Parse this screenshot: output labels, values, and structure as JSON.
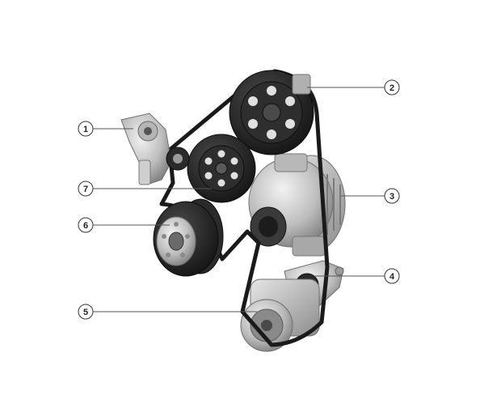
{
  "callouts": [
    {
      "id": "c1",
      "label": "1"
    },
    {
      "id": "c2",
      "label": "2"
    },
    {
      "id": "c3",
      "label": "3"
    },
    {
      "id": "c4",
      "label": "4"
    },
    {
      "id": "c5",
      "label": "5"
    },
    {
      "id": "c6",
      "label": "6"
    },
    {
      "id": "c7",
      "label": "7"
    }
  ],
  "colors": {
    "background": "#ffffff",
    "belt": "#1a1a1a",
    "pulley_dark": "#2b2b2b",
    "metal_light": "#c9c9c9",
    "metal_mid": "#9a9a9a",
    "leader_line": "#555555"
  }
}
